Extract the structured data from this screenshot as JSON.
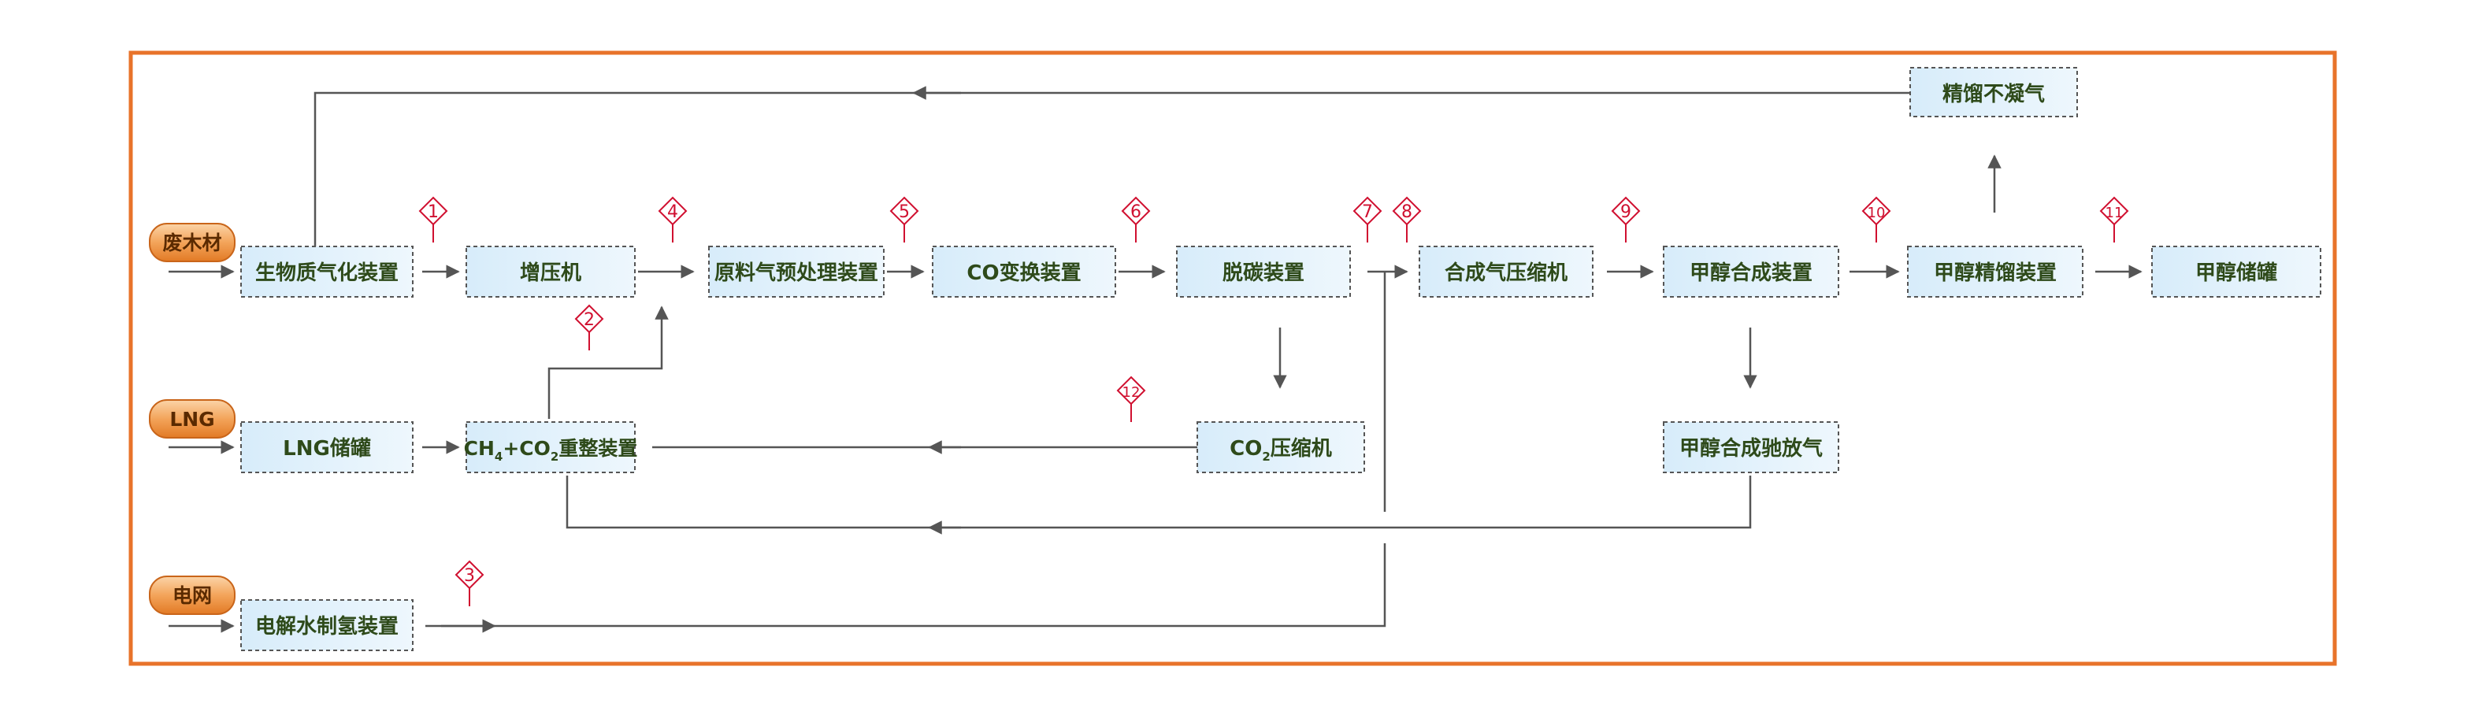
{
  "colors": {
    "frame": "#e8732a",
    "box_fill": "#e2f1fb",
    "box_border": "#555555",
    "box_text": "#2e4a1a",
    "line": "#555555",
    "marker": "#d01030",
    "source_fill": "#f0a050",
    "source_text": "#5a2a00"
  },
  "sources": {
    "waste_wood": "废木材",
    "lng": "LNG",
    "grid": "电网"
  },
  "nodes": {
    "gasifier": "生物质气化装置",
    "booster": "增压机",
    "pretreat": "原料气预处理装置",
    "co_shift": "CO变换装置",
    "decarb": "脱碳装置",
    "syngas_comp": "合成气压缩机",
    "methanol_syn": "甲醇合成装置",
    "methanol_refine": "甲醇精馏装置",
    "methanol_tank": "甲醇储罐",
    "rectify_gas": "精馏不凝气",
    "lng_tank": "LNG储罐",
    "reformer": {
      "p1": "CH",
      "s1": "4",
      "p2": "+CO",
      "s2": "2",
      "p3": "重整装置"
    },
    "co2_comp": {
      "p1": "CO",
      "s1": "2",
      "p2": "压缩机"
    },
    "purge_gas": "甲醇合成驰放气",
    "electrolyzer": "电解水制氢装置"
  },
  "markers": [
    "1",
    "2",
    "3",
    "4",
    "5",
    "6",
    "7",
    "8",
    "9",
    "10",
    "11",
    "12"
  ]
}
